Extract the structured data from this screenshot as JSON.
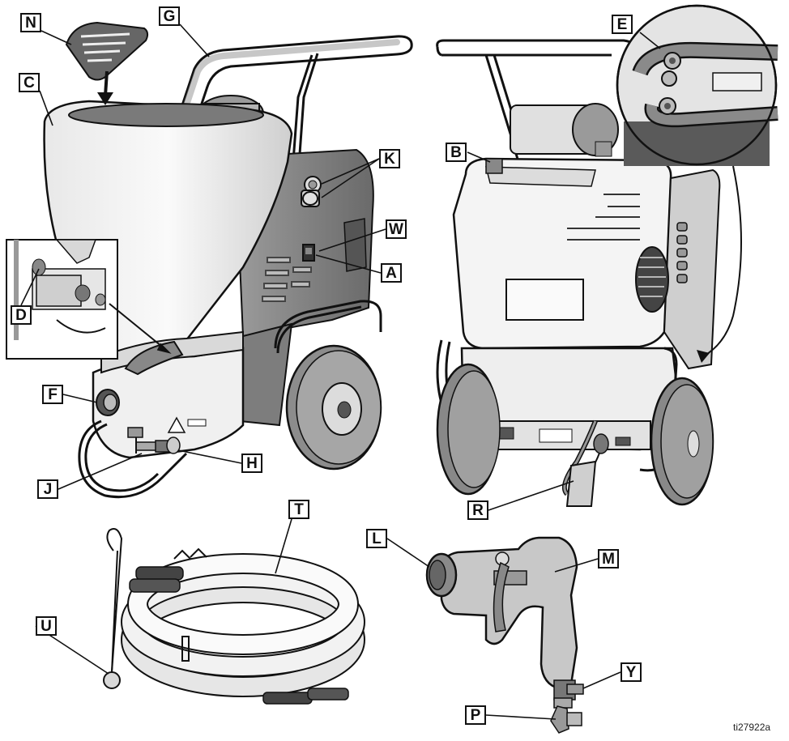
{
  "figure": {
    "reference": "ti27922a"
  },
  "callouts": {
    "N": "N",
    "G": "G",
    "C": "C",
    "E": "E",
    "B": "B",
    "K": "K",
    "W": "W",
    "A": "A",
    "D": "D",
    "F": "F",
    "H": "H",
    "J": "J",
    "R": "R",
    "T": "T",
    "L": "L",
    "M": "M",
    "U": "U",
    "Y": "Y",
    "P": "P"
  },
  "colors": {
    "line": "#111111",
    "body_fill": "#f2f2f2",
    "shade_fill": "#bdbdbd",
    "dark_fill": "#6e6e6e",
    "wheel_fill": "#8c8c8c",
    "label_bg": "#ffffff"
  }
}
